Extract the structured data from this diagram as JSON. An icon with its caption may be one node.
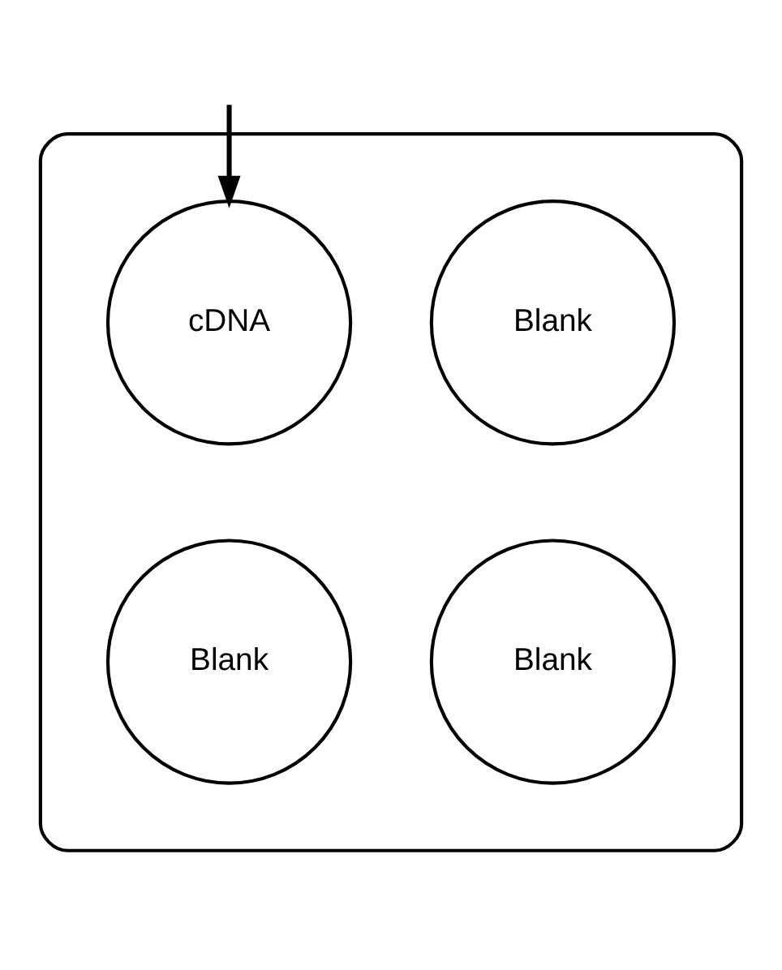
{
  "diagram": {
    "nodes": [
      {
        "text": [],
        "shape": "box"
      },
      {
        "text": [
          "cDNA"
        ],
        "in": 0
      },
      {
        "text": [
          "Blank"
        ],
        "in": 0
      },
      {
        "text": [
          "Blank"
        ],
        "in": 0
      },
      {
        "text": [
          "Blank"
        ],
        "in": 0
      }
    ],
    "edges": [
      {
        "from": null,
        "to": 1,
        "arrow": "to"
      }
    ]
  }
}
